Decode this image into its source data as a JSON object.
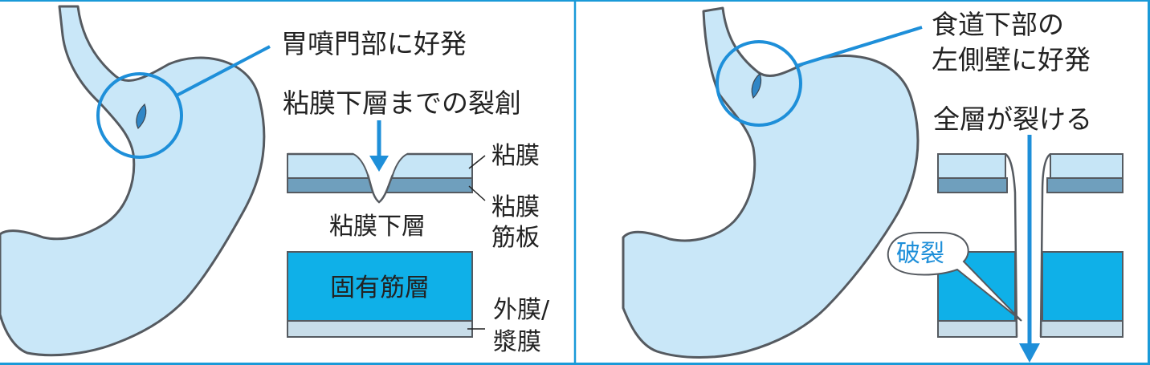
{
  "colors": {
    "frame": "#1a9ad8",
    "stomach_fill": "#c9e7f8",
    "outline": "#555a60",
    "mucosa": "#c6e5f6",
    "muscularis_mucosae": "#6f9fbd",
    "muscle": "#0fb0e8",
    "serosa": "#c8dde9",
    "accent": "#1e8fd9",
    "tear": "#2f86c6"
  },
  "left": {
    "callout_site": "胃噴門部に好発",
    "depth_title": "粘膜下層までの裂創",
    "mucosa": "粘膜",
    "muscularis_mucosae": [
      "粘膜",
      "筋板"
    ],
    "submucosa": "粘膜下層",
    "muscle": "固有筋層",
    "serosa": [
      "外膜/",
      "漿膜"
    ]
  },
  "right": {
    "callout_site": [
      "食道下部の",
      "左側壁に好発"
    ],
    "depth_title": "全層が裂ける",
    "rupture": "破裂"
  },
  "icons": {
    "arrow_left": "down-arrow-icon",
    "arrow_right": "down-arrow-icon",
    "tear_left": "tear-icon",
    "tear_right": "tear-icon"
  }
}
